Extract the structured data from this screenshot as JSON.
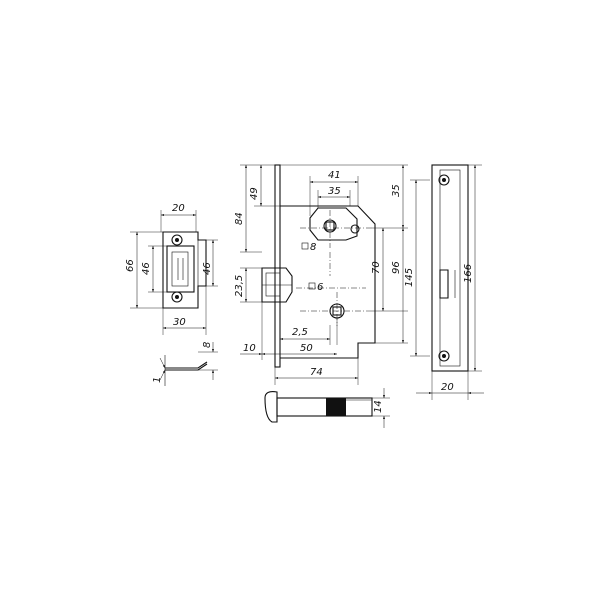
{
  "drawing": {
    "strike_plate": {
      "width": "20",
      "height_outer": "66",
      "height_inner_left": "46",
      "height_inner_right": "46",
      "depth": "30"
    },
    "strike_profile": {
      "height": "8",
      "thickness": "1"
    },
    "lock_body": {
      "top_to_handle": "84",
      "top_offset": "49",
      "latch_height": "23,5",
      "spindle_spacing_outer": "41",
      "spindle_spacing_inner": "35",
      "top_right": "35",
      "square_top": "8",
      "square_bottom": "6",
      "height_inner": "70",
      "height_outer": "96",
      "latch_offset_small": "2,5",
      "latch_offset_front": "10",
      "backset": "50",
      "body_depth": "74"
    },
    "latch_bolt": {
      "height": "14"
    },
    "face_plate": {
      "height_inner": "145",
      "height_outer": "166",
      "width": "20"
    }
  }
}
